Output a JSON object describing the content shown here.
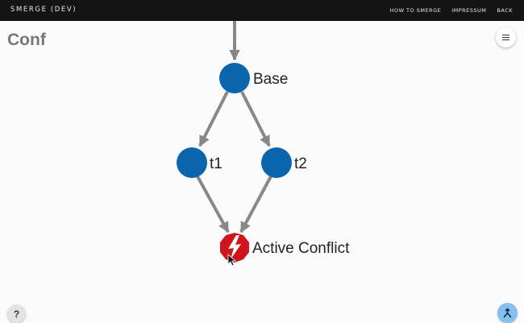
{
  "app": {
    "brand": "SMERGE (DEV)"
  },
  "nav": [
    "HOW TO SMERGE",
    "IMPRESSUM",
    "BACK"
  ],
  "page": {
    "title": "Conf"
  },
  "graph": {
    "nodes": [
      {
        "id": "base",
        "label": "Base",
        "kind": "commit"
      },
      {
        "id": "t1",
        "label": "t1",
        "kind": "commit"
      },
      {
        "id": "t2",
        "label": "t2",
        "kind": "commit"
      },
      {
        "id": "conflict",
        "label": "Active Conflict",
        "kind": "conflict"
      }
    ],
    "edges": [
      {
        "from": "root",
        "to": "base"
      },
      {
        "from": "base",
        "to": "t1"
      },
      {
        "from": "base",
        "to": "t2"
      },
      {
        "from": "t1",
        "to": "conflict"
      },
      {
        "from": "t2",
        "to": "conflict"
      }
    ]
  },
  "buttons": {
    "help": "?",
    "menu_icon": "hamburger-icon",
    "merge_icon": "merge-icon"
  },
  "colors": {
    "topbar": "#141414",
    "node": "#0b65ad",
    "conflict": "#d0141e",
    "edge": "#888888",
    "merge_button": "#85bff0"
  }
}
